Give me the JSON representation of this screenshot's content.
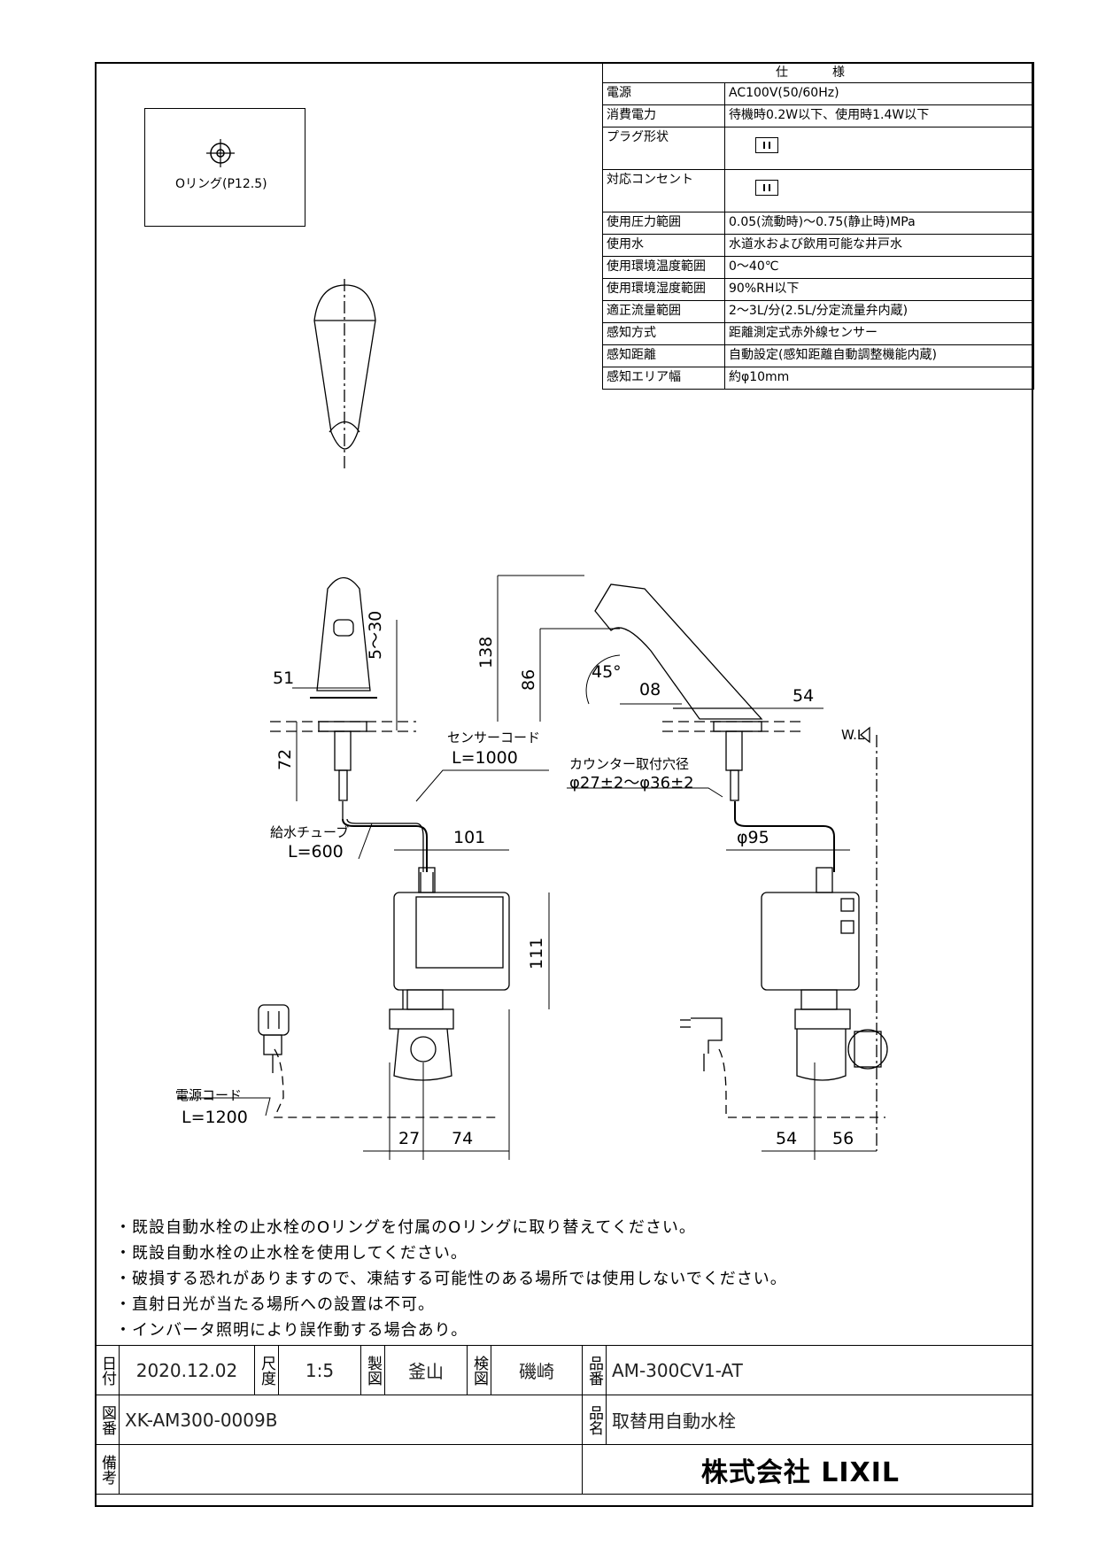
{
  "spec": {
    "title": "仕　様",
    "rows": [
      {
        "key": "電源",
        "value": "AC100V(50/60Hz)"
      },
      {
        "key": "消費電力",
        "value": "待機時0.2W以下、使用時1.4W以下"
      },
      {
        "key": "プラグ形状",
        "value": ""
      },
      {
        "key": "対応コンセント",
        "value": ""
      },
      {
        "key": "使用圧力範囲",
        "value": "0.05(流動時)～0.75(静止時)MPa"
      },
      {
        "key": "使用水",
        "value": "水道水および飲用可能な井戸水"
      },
      {
        "key": "使用環境温度範囲",
        "value": "0～40℃"
      },
      {
        "key": "使用環境湿度範囲",
        "value": "90%RH以下"
      },
      {
        "key": "適正流量範囲",
        "value": "2～3L/分(2.5L/分定流量弁内蔵)"
      },
      {
        "key": "感知方式",
        "value": "距離測定式赤外線センサー"
      },
      {
        "key": "感知距離",
        "value": "自動設定(感知距離自動調整機能内蔵)"
      },
      {
        "key": "感知エリア幅",
        "value": "約φ10mm"
      }
    ]
  },
  "oring_label": "Oリング(P12.5)",
  "drawing": {
    "dim_51": "51",
    "dim_5_30": "5～30",
    "dim_72": "72",
    "dim_138": "138",
    "dim_86": "86",
    "dim_45": "45°",
    "dim_08": "08",
    "dim_54_top": "54",
    "wl": "W.L",
    "sensor_cord": "センサーコード",
    "sensor_cord_len": "L=1000",
    "counter_hole": "カウンター取付穴径",
    "counter_hole_dim": "φ27±2～φ36±2",
    "supply_tube": "給水チューブ",
    "supply_tube_len": "L=600",
    "dim_101": "101",
    "dim_95": "φ95",
    "dim_111": "111",
    "power_cord": "電源コード",
    "power_cord_len": "L=1200",
    "dim_27": "27",
    "dim_74": "74",
    "dim_54_bottom": "54",
    "dim_56": "56"
  },
  "notes": [
    "既設自動水栓の止水栓のOリングを付属のOリングに取り替えてください。",
    "既設自動水栓の止水栓を使用してください。",
    "破損する恐れがありますので、凍結する可能性のある場所では使用しないでください。",
    "直射日光が当たる場所への設置は不可。",
    "インバータ照明により誤作動する場合あり。"
  ],
  "title_block": {
    "date_label": "日付",
    "date": "2020.12.02",
    "scale_label": "尺度",
    "scale": "1:5",
    "drawn_label": "製図",
    "drawn_by": "釜山",
    "checked_label": "検図",
    "checked_by": "磯崎",
    "part_no_label": "品番",
    "part_no": "AM-300CV1-AT",
    "drawing_no_label": "図番",
    "drawing_no": "XK-AM300-0009B",
    "part_name_label": "品名",
    "part_name": "取替用自動水栓",
    "remarks_label": "備考",
    "company": "株式会社 LIXIL"
  }
}
